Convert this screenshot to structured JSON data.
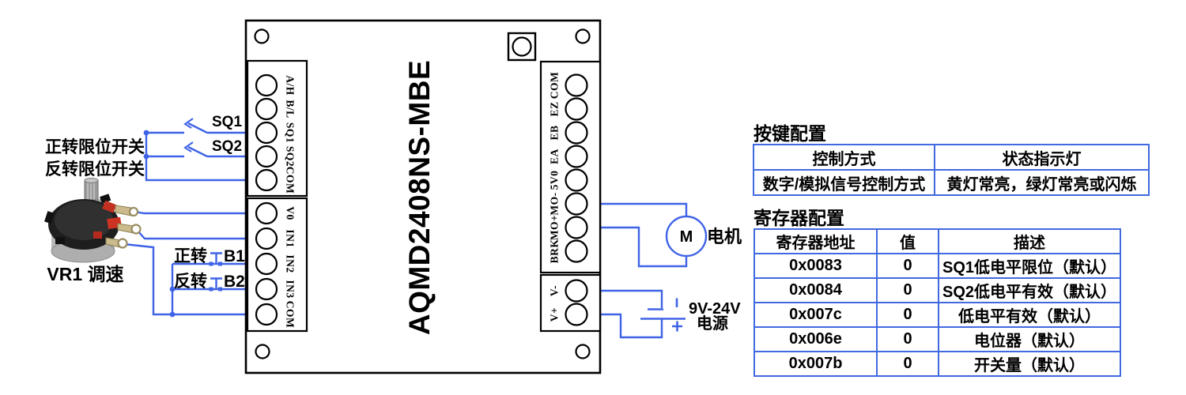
{
  "diagram": {
    "board_title": "AQMD2408NS-MBE",
    "terminals": {
      "left_top": [
        "A/H",
        "B/L",
        "SQ1",
        "SQ2",
        "COM"
      ],
      "left_bottom": [
        "V0",
        "IN1",
        "IN2",
        "IN3",
        "COM"
      ],
      "right_top": [
        "COM",
        "EZ",
        "EB",
        "EA",
        "5V0",
        "MO-",
        "MO+",
        "BRK"
      ],
      "right_bottom": [
        "V-",
        "V+"
      ]
    },
    "switches": {
      "forward_limit": "正转限位开关",
      "reverse_limit": "反转限位开关",
      "sq1": "SQ1",
      "sq2": "SQ2"
    },
    "buttons": {
      "forward": "正转",
      "b1": "B1",
      "reverse": "反转",
      "b2": "B2"
    },
    "potentiometer_label": "VR1 调速",
    "motor": {
      "symbol": "M",
      "label": "电机"
    },
    "power": {
      "line1": "9V-24V",
      "line2": "电源"
    }
  },
  "tables": {
    "key_config": {
      "title": "按键配置",
      "headers": [
        "控制方式",
        "状态指示灯"
      ],
      "row": [
        "数字/模拟信号控制方式",
        "黄灯常亮，绿灯常亮或闪烁"
      ]
    },
    "register_config": {
      "title": "寄存器配置",
      "headers": [
        "寄存器地址",
        "值",
        "描述"
      ],
      "rows": [
        {
          "addr": "0x0083",
          "value": "0",
          "desc": "SQ1低电平限位（默认）"
        },
        {
          "addr": "0x0084",
          "value": "0",
          "desc": "SQ2低电平有效（默认）"
        },
        {
          "addr": "0x007c",
          "value": "0",
          "desc": "低电平有效（默认）"
        },
        {
          "addr": "0x006e",
          "value": "0",
          "desc": "电位器（默认）"
        },
        {
          "addr": "0x007b",
          "value": "0",
          "desc": "开关量（默认）"
        }
      ]
    }
  },
  "colors": {
    "wire": "#3F63E6",
    "table_border": "#4169E1"
  }
}
